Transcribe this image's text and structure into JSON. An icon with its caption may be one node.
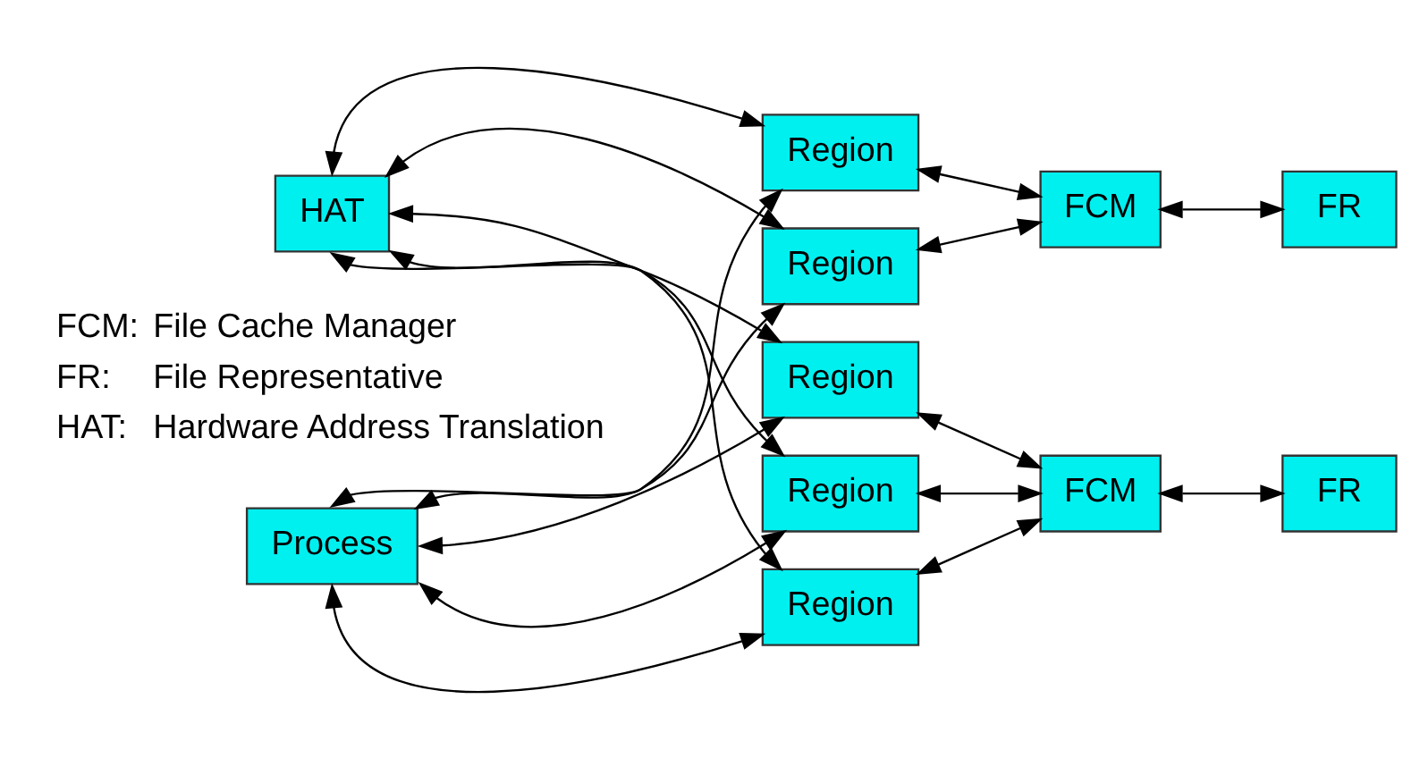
{
  "diagram": {
    "nodes": [
      {
        "text": [
          "Process"
        ]
      },
      {
        "text": [
          "Region"
        ]
      },
      {
        "text": [
          "Region"
        ]
      },
      {
        "text": [
          "Region"
        ]
      },
      {
        "text": [
          "Region"
        ]
      },
      {
        "text": [
          "Region"
        ]
      },
      {
        "text": [
          "FCM"
        ]
      },
      {
        "text": [
          "FR"
        ]
      },
      {
        "text": [
          "FCM"
        ]
      },
      {
        "text": [
          "FR"
        ]
      },
      {
        "text": [
          "HAT"
        ]
      }
    ],
    "edges": [
      {
        "from": 0,
        "to": 1,
        "arrow": "both"
      },
      {
        "from": 0,
        "to": 2,
        "arrow": "both"
      },
      {
        "from": 0,
        "to": 3,
        "arrow": "both"
      },
      {
        "from": 0,
        "to": 4,
        "arrow": "both"
      },
      {
        "from": 0,
        "to": 5,
        "arrow": "both"
      },
      {
        "from": 1,
        "to": 6,
        "arrow": "both"
      },
      {
        "from": 2,
        "to": 6,
        "arrow": "both"
      },
      {
        "from": 6,
        "to": 7,
        "arrow": "both"
      },
      {
        "from": 3,
        "to": 8,
        "arrow": "both"
      },
      {
        "from": 4,
        "to": 8,
        "arrow": "both"
      },
      {
        "from": 5,
        "to": 8,
        "arrow": "both"
      },
      {
        "from": 8,
        "to": 9,
        "arrow": "both"
      },
      {
        "from": 10,
        "to": 1,
        "arrow": "both"
      },
      {
        "from": 10,
        "to": 2,
        "arrow": "both"
      },
      {
        "from": 10,
        "to": 3,
        "arrow": "both"
      },
      {
        "from": 10,
        "to": 4,
        "arrow": "both"
      },
      {
        "from": 10,
        "to": 5,
        "arrow": "both"
      }
    ],
    "labels": [
      "FCM:",
      "File Cache Manager",
      "FR:",
      "File Representative",
      "HAT:",
      "Hardware Address Translation"
    ]
  }
}
